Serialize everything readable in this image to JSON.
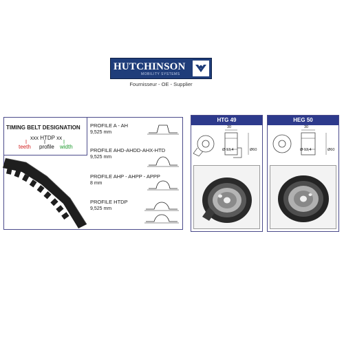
{
  "brand": {
    "name": "HUTCHINSON",
    "sub": "MOBILITY SYSTEMS",
    "tagline": "Fournisseur - OE - Supplier",
    "colors": {
      "navy": "#1f3d7a",
      "header": "#2d3a8c",
      "teeth": "#d21f1f",
      "width": "#1e9a2e"
    }
  },
  "designation": {
    "title": "TIMING BELT DESIGNATION",
    "code": "xxx HTDP xx",
    "teeth": "teeth",
    "profile": "profile",
    "width": "width"
  },
  "profiles": [
    {
      "name": "PROFILE A - AH",
      "pitch": "9,525 mm"
    },
    {
      "name": "PROFILE AHD-AHDD-AHX-HTD",
      "pitch": "9,525 mm"
    },
    {
      "name": "PROFILE AHP - AHPP - APPP",
      "pitch": "8 mm"
    },
    {
      "name": "PROFILE HTDP",
      "pitch": "9,525 mm"
    }
  ],
  "kits": [
    {
      "title": "HTG 49",
      "width_dim": "30",
      "bore_dim": "Ø 13,4",
      "outer_dim": "Ø60"
    },
    {
      "title": "HEG 50",
      "width_dim": "30",
      "bore_dim": "Ø 13,4",
      "outer_dim": "Ø60"
    }
  ]
}
